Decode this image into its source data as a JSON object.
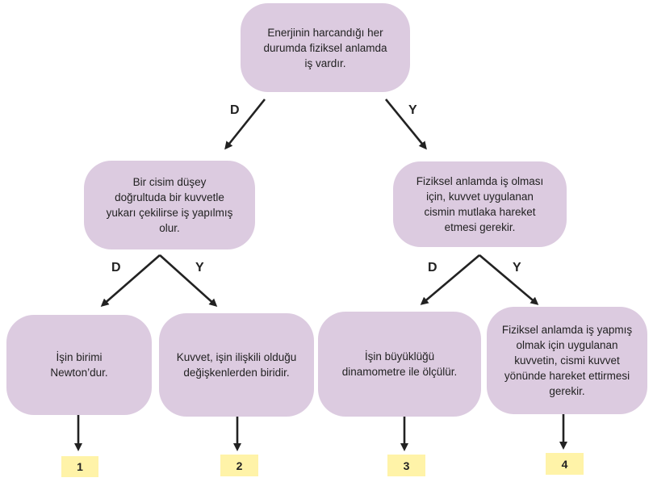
{
  "nodes": {
    "root": "Enerjinin harcandığı her\ndurumda fiziksel anlamda\niş vardır.",
    "left": "Bir cisim düşey\ndoğrultuda bir kuvvetle\nyukarı çekilirse iş yapılmış\nolur.",
    "right": "Fiziksel anlamda iş olması\niçin, kuvvet uygulanan\ncismin mutlaka hareket\netmesi gerekir.",
    "leaf1": "İşin birimi\nNewton’dur.",
    "leaf2": "Kuvvet, işin ilişkili olduğu\ndeğişkenlerden biridir.",
    "leaf3": "İşin büyüklüğü\ndinamometre ile ölçülür.",
    "leaf4": "Fiziksel anlamda iş yapmış\nolmak için uygulanan\nkuvvetin, cismi kuvvet\nyönünde hareket ettirmesi\ngerekir."
  },
  "branch_labels": {
    "root_d": "D",
    "root_y": "Y",
    "left_d": "D",
    "left_y": "Y",
    "right_d": "D",
    "right_y": "Y"
  },
  "outputs": [
    "1",
    "2",
    "3",
    "4"
  ],
  "colors": {
    "node_fill": "#dccbe0",
    "output_fill": "#fff3a8",
    "arrow": "#222222"
  }
}
